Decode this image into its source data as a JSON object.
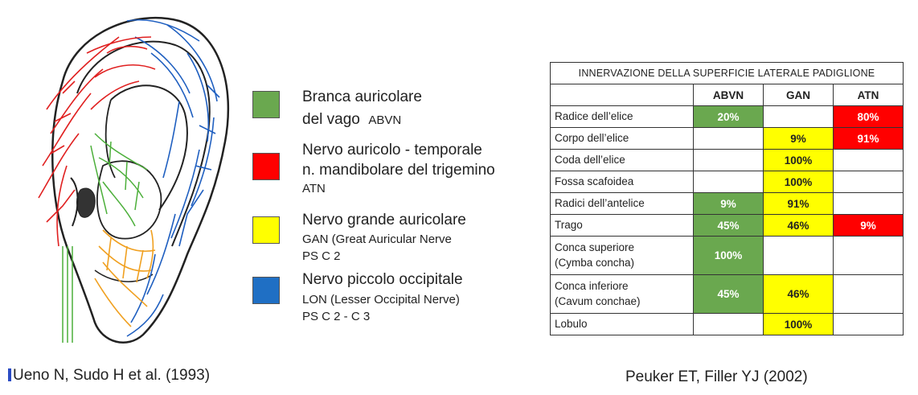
{
  "legend": [
    {
      "color": "#6aa84f",
      "line1": "Branca auricolare",
      "line2": "del vago",
      "abbr": "ABVN"
    },
    {
      "color": "#ff0000",
      "line1": "Nervo auricolo - temporale",
      "line2": "n. mandibolare del trigemino",
      "line3": "ATN"
    },
    {
      "color": "#ffff00",
      "line1": "Nervo grande auricolare",
      "line2": "GAN  (Great Auricular Nerve",
      "line3": "PS C 2"
    },
    {
      "color": "#1f6fc4",
      "line1": "Nervo piccolo occipitale",
      "line2": "LON (Lesser Occipital Nerve)",
      "line3": "PS C 2 - C 3"
    }
  ],
  "table": {
    "title": "INNERVAZIONE DELLA SUPERFICIE LATERALE PADIGLIONE",
    "columns": [
      "ABVN",
      "GAN",
      "ATN"
    ],
    "rows": [
      {
        "label": "Radice dell’elice",
        "abvn": "20%",
        "gan": "",
        "atn": "80%"
      },
      {
        "label": "Corpo dell’elice",
        "abvn": "",
        "gan": "9%",
        "atn": "91%"
      },
      {
        "label": "Coda dell’elice",
        "abvn": "",
        "gan": "100%",
        "atn": ""
      },
      {
        "label": "Fossa scafoidea",
        "abvn": "",
        "gan": "100%",
        "atn": ""
      },
      {
        "label": "Radici dell’antelice",
        "abvn": "9%",
        "gan": "91%",
        "atn": ""
      },
      {
        "label": "Trago",
        "abvn": "45%",
        "gan": "46%",
        "atn": "9%"
      },
      {
        "label": "Conca superiore",
        "label2": "(Cymba concha)",
        "abvn": "100%",
        "gan": "",
        "atn": ""
      },
      {
        "label": "Conca inferiore",
        "label2": "(Cavum conchae)",
        "abvn": "45%",
        "gan": "46%",
        "atn": ""
      },
      {
        "label": "Lobulo",
        "abvn": "",
        "gan": "100%",
        "atn": ""
      }
    ]
  },
  "citations": {
    "left": "Ueno N, Sudo H et al. (1993)",
    "right": "Peuker ET, Filler YJ  (2002)"
  },
  "colors": {
    "green": "#6aa84f",
    "red": "#ff0000",
    "yellow": "#ffff00",
    "blue": "#1f6fc4"
  },
  "icons": {
    "ear": "ear-innervation-drawing"
  }
}
